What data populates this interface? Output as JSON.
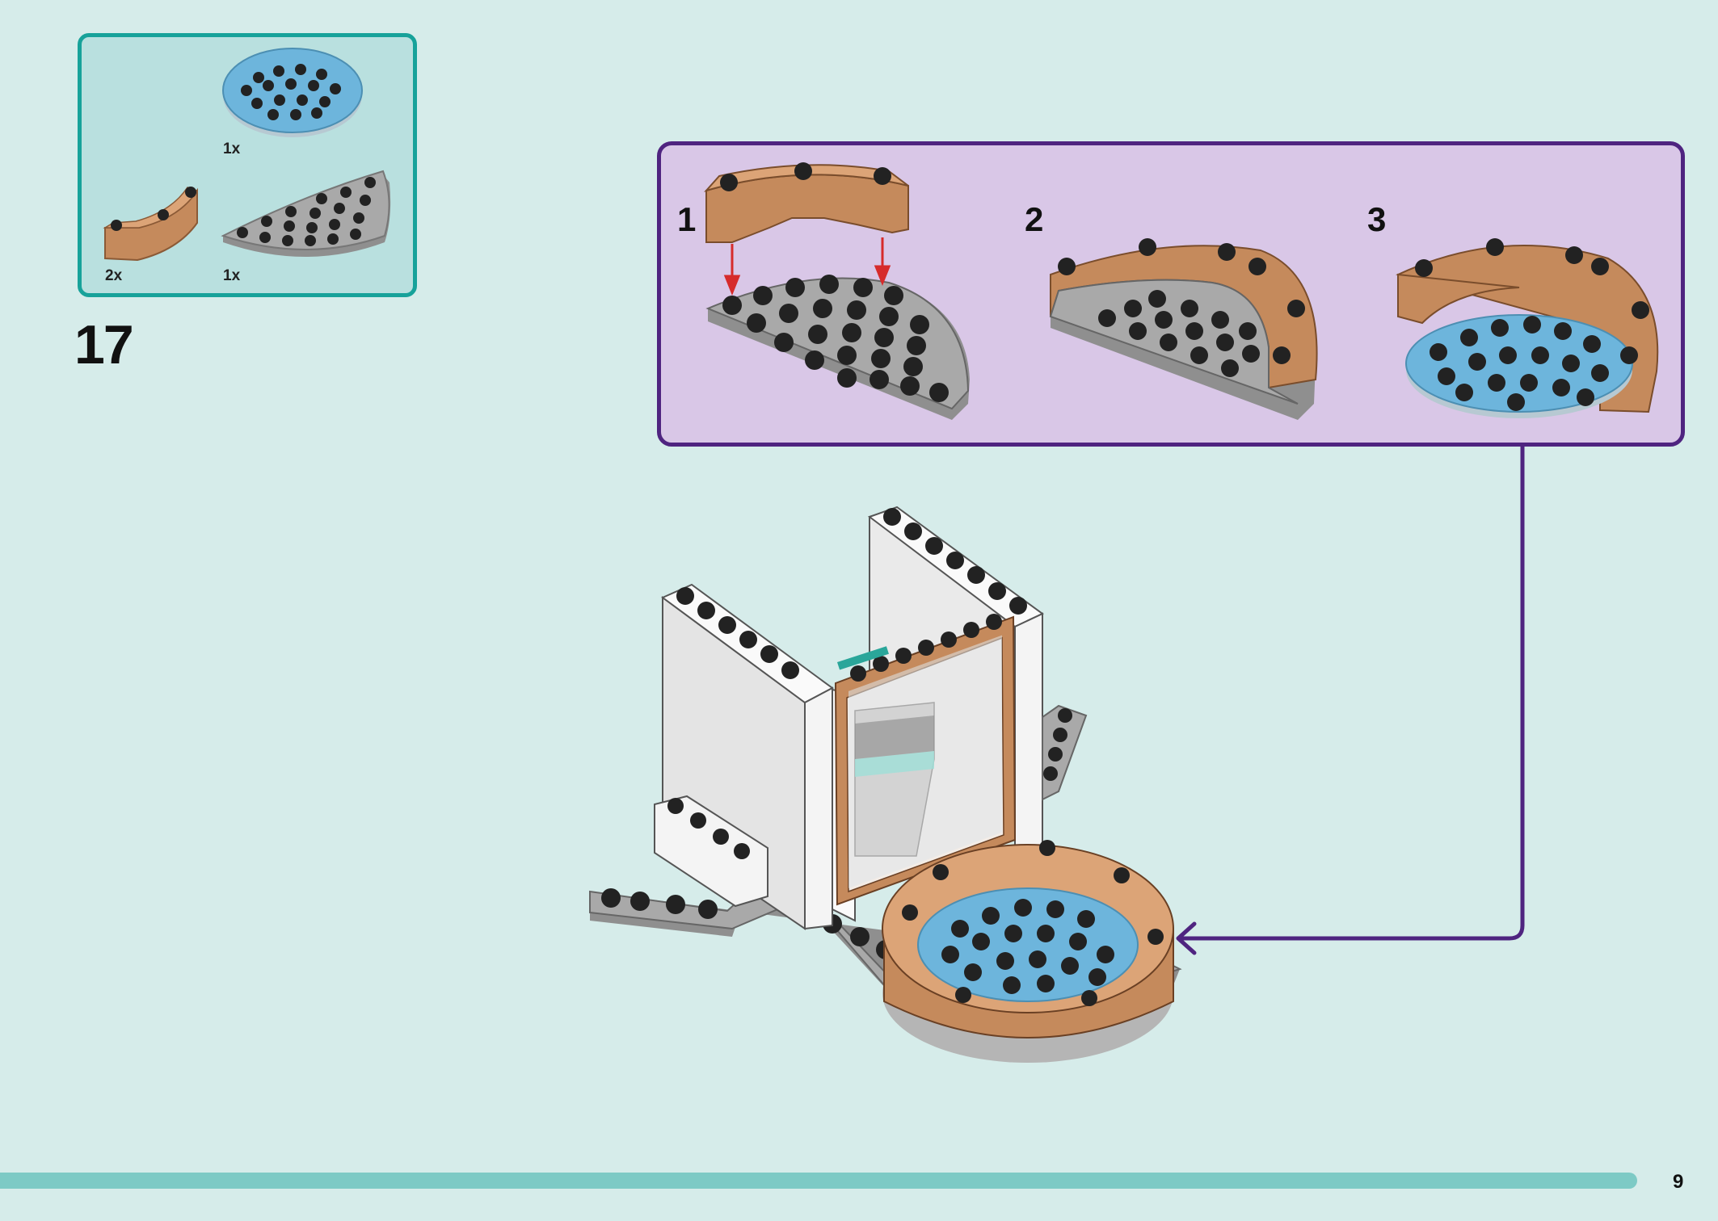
{
  "step": {
    "number": "17"
  },
  "parts": [
    {
      "name": "round plate blue",
      "quantity": "1x",
      "color": "#6db5dc"
    },
    {
      "name": "curved brick brown",
      "quantity": "2x",
      "color": "#c58a5c"
    },
    {
      "name": "half-round plate grey",
      "quantity": "1x",
      "color": "#a9a9a9"
    }
  ],
  "substeps": [
    "1",
    "2",
    "3"
  ],
  "page": {
    "number": "9"
  },
  "colors": {
    "background": "#d6ecea",
    "parts_box_border": "#17a29a",
    "substep_box_border": "#4f2480",
    "substep_box_fill": "#d9c7e7",
    "arrow_red": "#d62b2b",
    "progress": "#7dcac5"
  }
}
